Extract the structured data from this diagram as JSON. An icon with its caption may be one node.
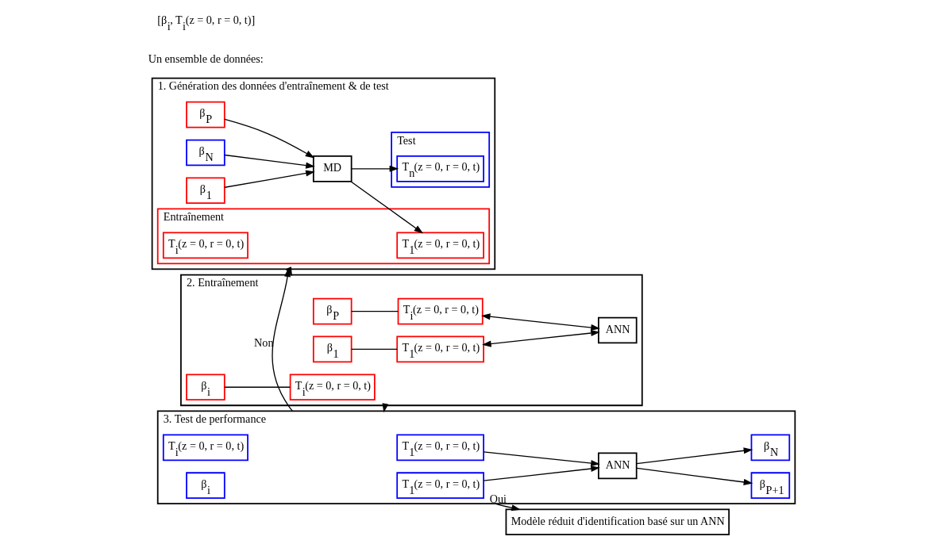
{
  "diagram": {
    "nodes": [
      {
        "text": [
          "1. Génération des données d'entraînement & de test"
        ]
      },
      {
        "text": [
          "β$_{1}$"
        ],
        "in": 0
      },
      {
        "text": [
          "β$_{P}$"
        ],
        "in": 0
      },
      {
        "text": [
          "β$_{N}$"
        ],
        "in": 0
      },
      {
        "text": [
          "MD"
        ],
        "in": 0
      },
      {
        "text": [
          "Entraînement"
        ],
        "in": 0
      },
      {
        "text": [
          "T$_{1}$(z = 0, r = 0, t)"
        ],
        "in": 5
      },
      {
        "text": [
          "T$_{i}$(z = 0, r = 0, t)"
        ],
        "in": 5
      },
      {
        "text": [
          "Test"
        ],
        "in": 0
      },
      {
        "text": [
          "T$_{n}$(z = 0, r = 0, t)"
        ],
        "in": 8
      },
      {
        "text": [
          "2. Entraînement"
        ]
      },
      {
        "text": [
          "β$_{1}$"
        ],
        "in": 10
      },
      {
        "text": [
          "β$_{i}$"
        ],
        "in": 10
      },
      {
        "text": [
          "β$_{P}$"
        ],
        "in": 10
      },
      {
        "text": [
          "T$_{1}$(z = 0, r = 0, t)"
        ],
        "in": 10
      },
      {
        "text": [
          "T$_{i}$(z = 0, r = 0, t)"
        ],
        "in": 10
      },
      {
        "text": [
          "T$_{i}$(z = 0, r = 0, t)"
        ],
        "in": 10
      },
      {
        "text": [
          "ANN"
        ],
        "in": 10
      },
      {
        "text": [
          "3. Test de performance"
        ]
      },
      {
        "text": [
          "T$_{1}$(z = 0, r = 0, t)"
        ],
        "in": 18
      },
      {
        "text": [
          "T$_{i}$(z = 0, r = 0, t)"
        ],
        "in": 18
      },
      {
        "text": [
          "T$_{1}$(z = 0, r = 0, t)"
        ],
        "in": 18
      },
      {
        "text": [
          "ANN"
        ],
        "in": 18
      },
      {
        "text": [
          "β$_{P+1}$"
        ],
        "in": 18
      },
      {
        "text": [
          "β$_{i}$"
        ],
        "in": 18
      },
      {
        "text": [
          "β$_{N}$"
        ],
        "in": 18
      },
      {
        "text": [
          "Modèle réduit d'identification basé sur un ANN"
        ]
      }
    ],
    "edges": [
      {
        "from": 1,
        "to": 4,
        "arrow": "to"
      },
      {
        "from": 2,
        "to": 4,
        "arrow": "to"
      },
      {
        "from": 3,
        "to": 4,
        "arrow": "to"
      },
      {
        "from": 4,
        "to": 6,
        "arrow": "to"
      },
      {
        "from": 4,
        "to": 9,
        "arrow": "to"
      },
      {
        "from": 0,
        "to": 10,
        "arrow": "to"
      },
      {
        "from": 11,
        "to": 14,
        "arrow": "none"
      },
      {
        "from": 12,
        "to": 15,
        "arrow": "none"
      },
      {
        "from": 13,
        "to": 16,
        "arrow": "none"
      },
      {
        "from": 14,
        "to": 17,
        "arrow": "both"
      },
      {
        "from": 16,
        "to": 17,
        "arrow": "both"
      },
      {
        "from": 10,
        "to": 18,
        "arrow": "to"
      },
      {
        "from": 19,
        "to": 22,
        "arrow": "to"
      },
      {
        "from": 21,
        "to": 22,
        "arrow": "to"
      },
      {
        "from": 22,
        "to": 23,
        "arrow": "to"
      },
      {
        "from": 22,
        "to": 25,
        "arrow": "to"
      },
      {
        "from": 18,
        "to": 0,
        "arrow": "to",
        "label": "Non"
      },
      {
        "from": 18,
        "to": 26,
        "arrow": "to",
        "label": "Oui"
      }
    ],
    "labels": [
      "Un ensemble de données:",
      "[β$_{i}$, T$_{i}$(z = 0, r = 0, t)]"
    ]
  }
}
